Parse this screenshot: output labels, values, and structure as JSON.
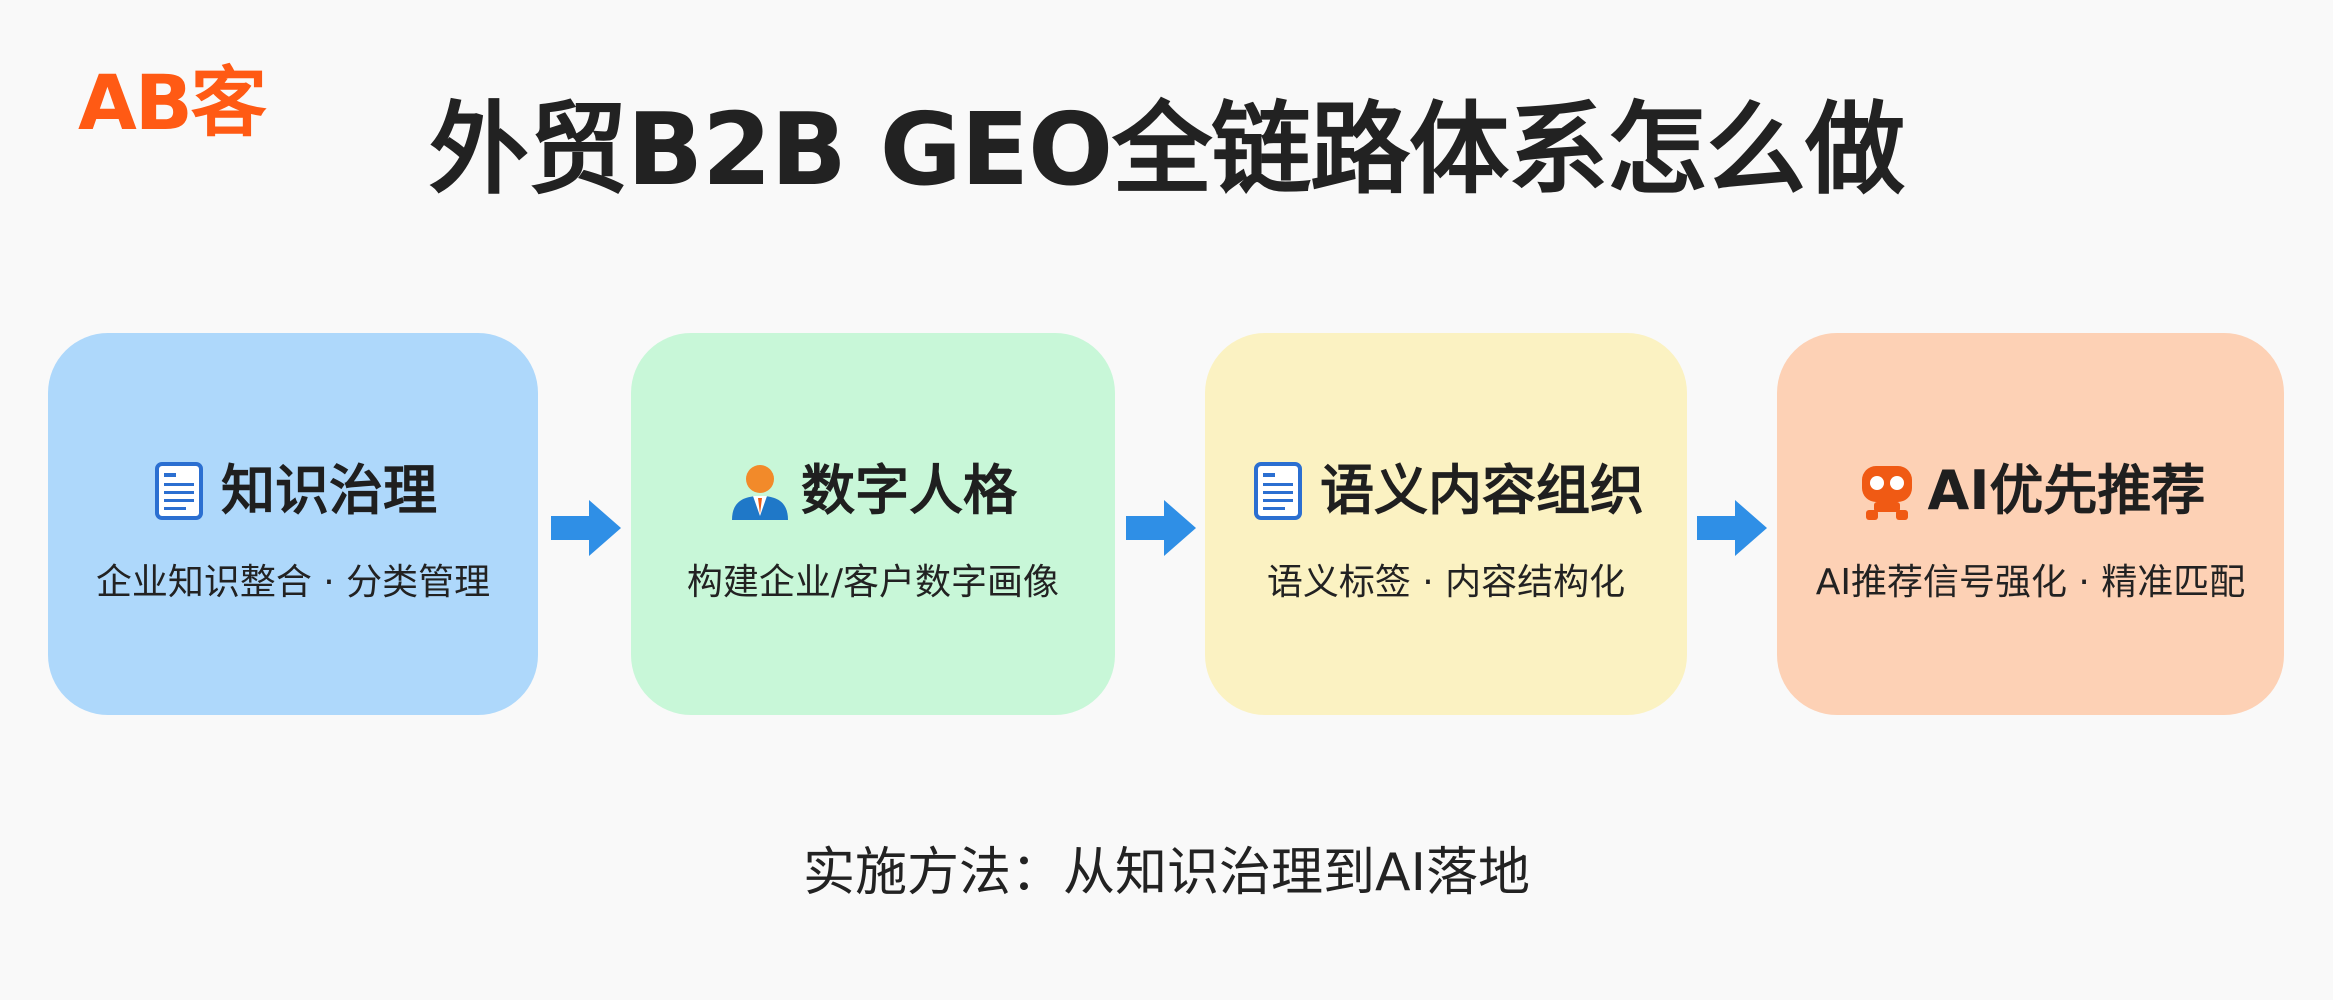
{
  "logo": {
    "text": "AB客",
    "color": "#ff5a14"
  },
  "title": "外贸B2B GEO全链路体系怎么做",
  "steps": [
    {
      "icon": "document-icon",
      "title": "知识治理",
      "desc": "企业知识整合 · 分类管理",
      "bg": "#aed8fb"
    },
    {
      "icon": "user-icon",
      "title": "数字人格",
      "desc": "构建企业/客户数字画像",
      "bg": "#c8f7d8"
    },
    {
      "icon": "document-icon",
      "title": "语义内容组织",
      "desc": "语义标签 · 内容结构化",
      "bg": "#fbf2c2"
    },
    {
      "icon": "robot-icon",
      "title": "AI优先推荐",
      "desc": "AI推荐信号强化 · 精准匹配",
      "bg": "#fdd1b5"
    }
  ],
  "arrow_color": "#2f8fe6",
  "footer": "实施方法：从知识治理到AI落地"
}
